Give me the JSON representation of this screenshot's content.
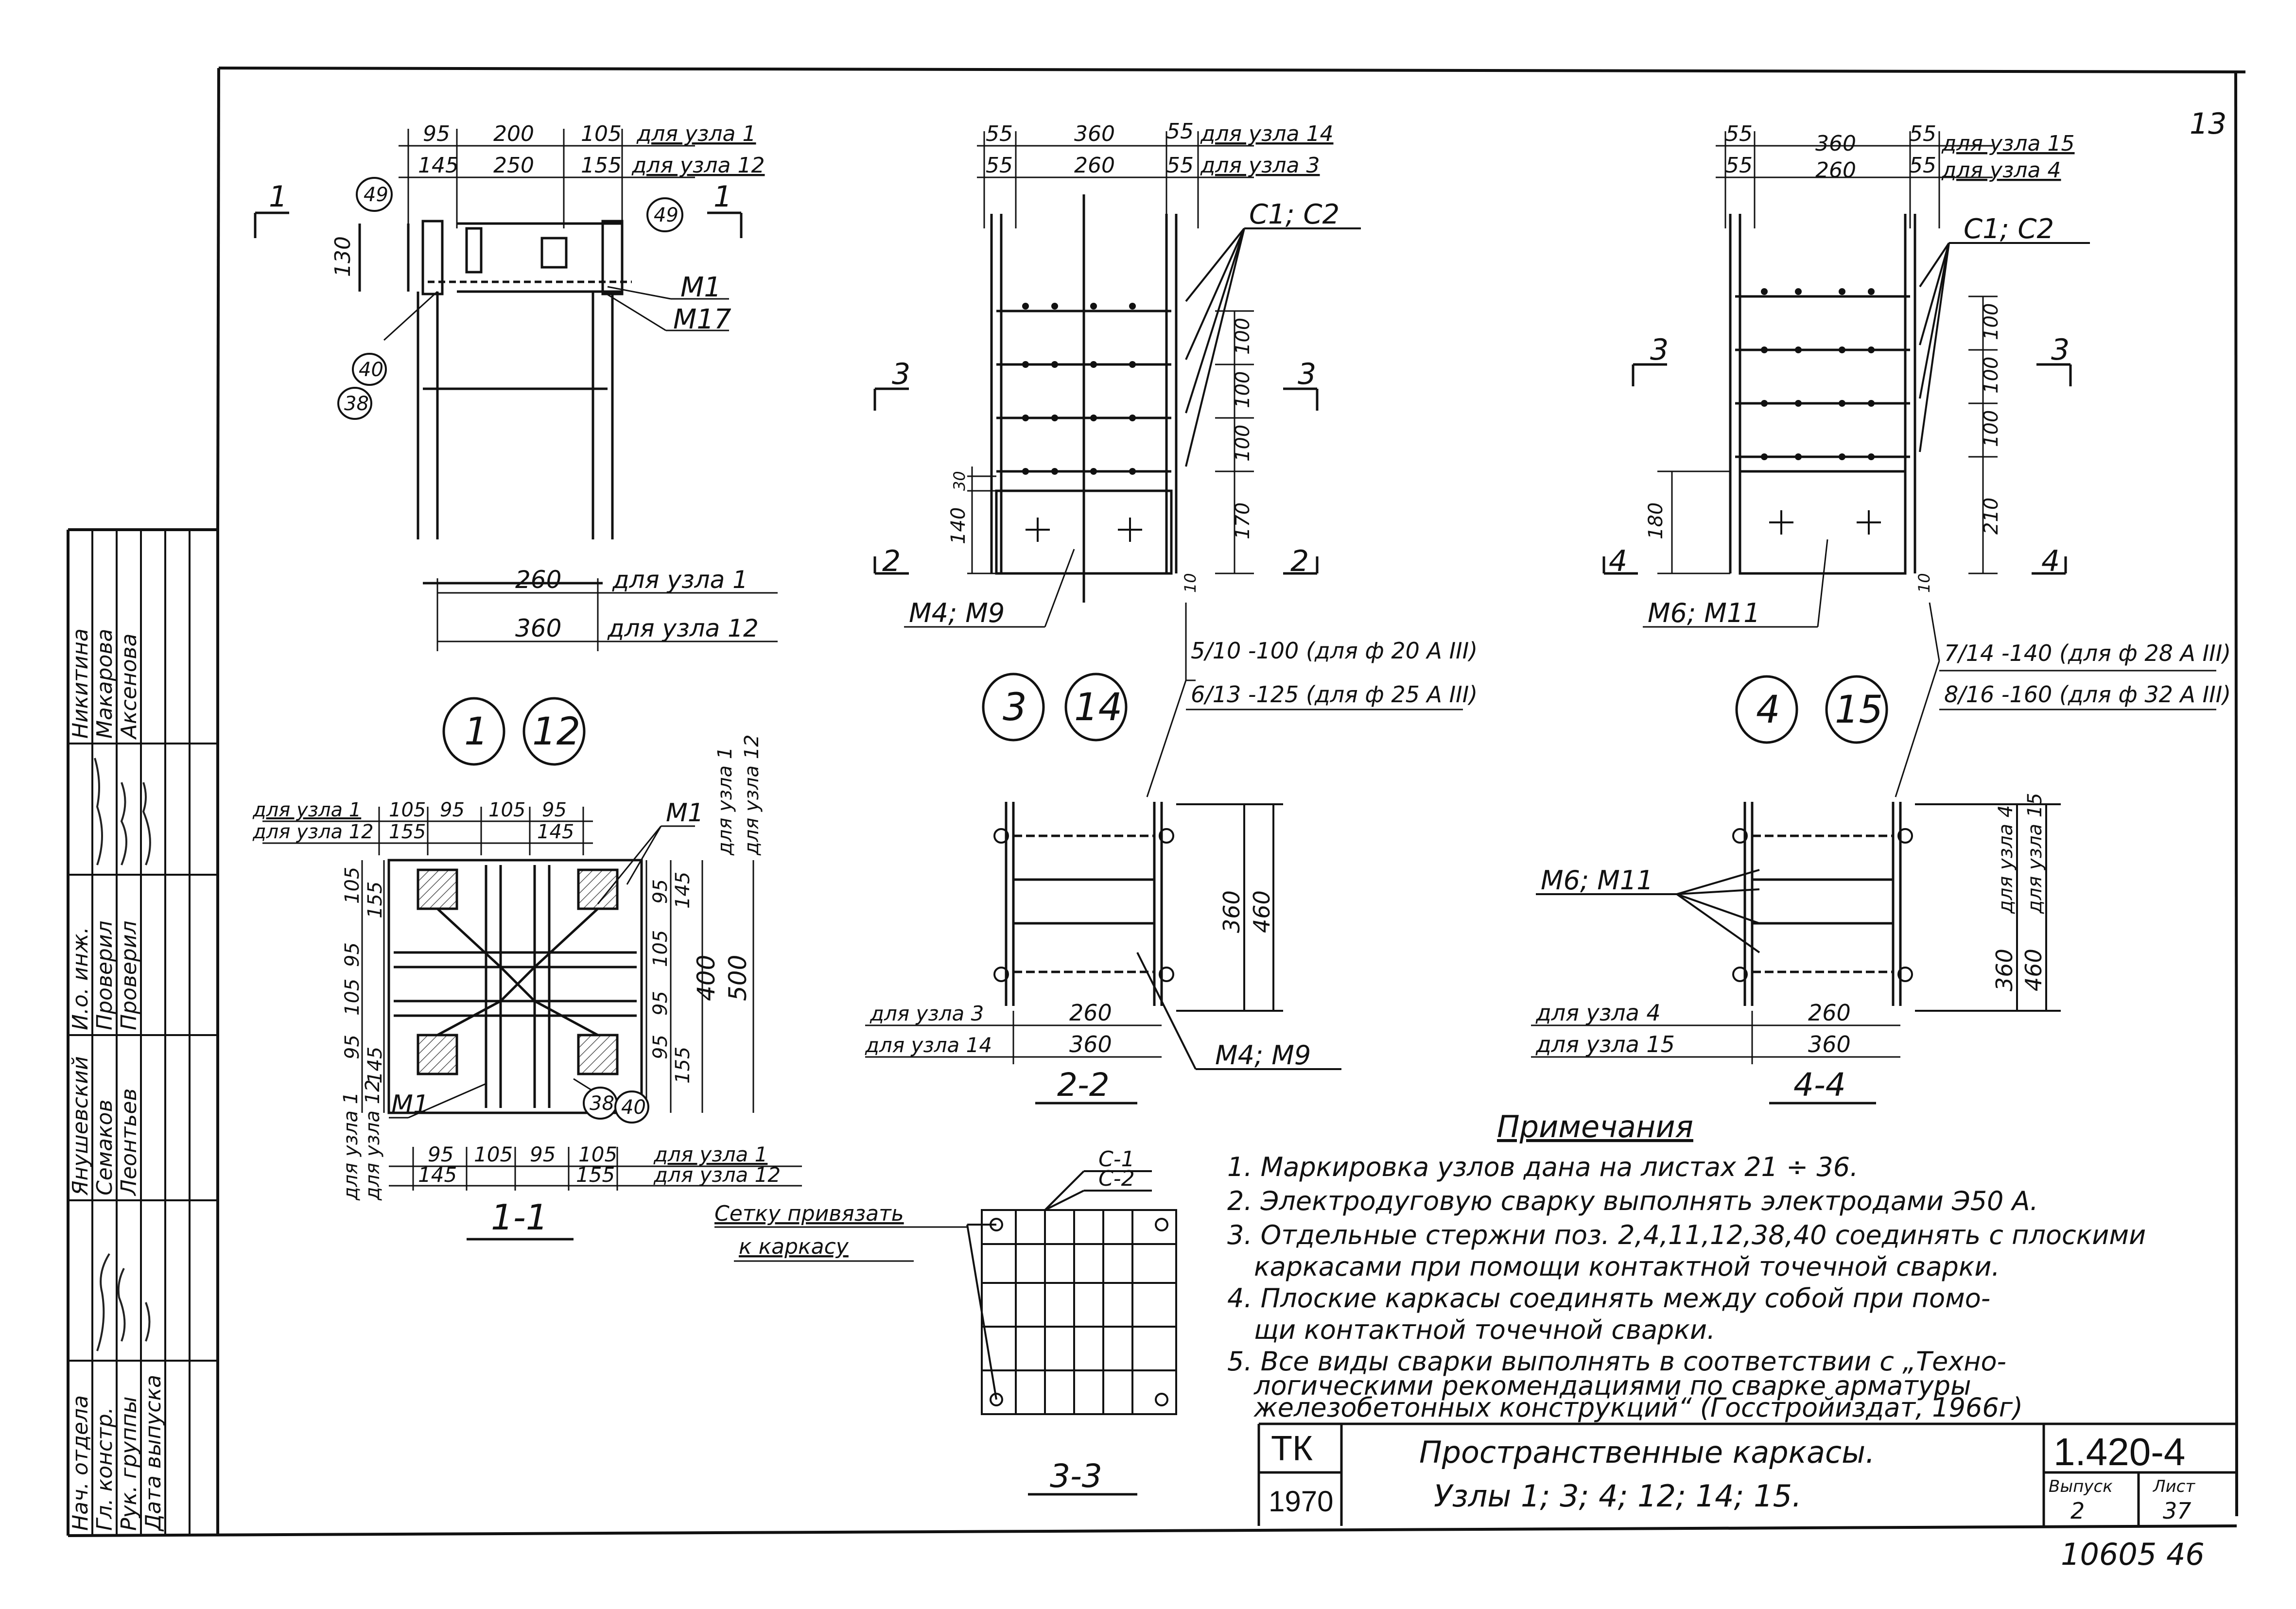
{
  "sheet_corner_mark": "13",
  "stamp": {
    "org": "ТК",
    "year": "1970",
    "title": "Пространственные каркасы.",
    "subtitle": "Узлы 1; 3; 4; 12; 14; 15.",
    "code": "1.420-4",
    "issue_label": "Выпуск",
    "issue": "2",
    "sheet_label": "Лист",
    "sheet": "37",
    "inventory": "10605 46"
  },
  "signature_block": {
    "roles": [
      "Нач. отдела",
      "Гл. констр.",
      "Рук. группы",
      "Дата выпуска",
      "И.о. инж.",
      "Проверил",
      "Проверил"
    ],
    "names": [
      "Янушевский",
      "Семаков",
      "Леонтьев",
      "Никитина",
      "Макарова",
      "Аксенова"
    ]
  },
  "notes": {
    "title": "Примечания",
    "items": [
      "1. Маркировка узлов дана на листах 21 ÷ 36.",
      "2. Электродуговую сварку выполнять электродами Э50 А.",
      "3. Отдельные стержни поз. 2,4,11,12,38,40 соединять с плоскими",
      "каркасами при помощи контактной точечной сварки.",
      "4. Плоские каркасы соединять между собой при помо-",
      "щи контактной точечной сварки.",
      "5. Все виды сварки выполнять в соответствии с „Техно-",
      "логическими рекомендациями по сварке арматуры",
      "железобетонных конструкций“ (Госстройиздат, 1966г)"
    ]
  },
  "node_1_12": {
    "badges": [
      "1",
      "12"
    ],
    "top_dims_row1": [
      "95",
      "200",
      "105"
    ],
    "top_dims_row2": [
      "145",
      "250",
      "155"
    ],
    "label_row1": "для узла 1",
    "label_row2": "для узла 12",
    "height_dim": "130",
    "callouts": [
      "49",
      "49",
      "40",
      "38"
    ],
    "parts": [
      "М1",
      "М17"
    ],
    "bottom_dim_1": "260",
    "bottom_dim_1_label": "для узла 1",
    "bottom_dim_2": "360",
    "bottom_dim_2_label": "для узла 12",
    "cut_mark": "1"
  },
  "section_1_1": {
    "caption": "1-1",
    "top_labels": [
      "для узла 1",
      "для узла 12"
    ],
    "top_row1": [
      "105",
      "95",
      "105",
      "95"
    ],
    "top_row2": [
      "155",
      "145"
    ],
    "left_dims": [
      "105",
      "155",
      "95",
      "105",
      "95",
      "145"
    ],
    "right_dims_inner": [
      "95",
      "145",
      "105",
      "95",
      "95",
      "155"
    ],
    "right_dims_outer": [
      "400",
      "500"
    ],
    "right_labels": [
      "для узла 1",
      "для узла 12"
    ],
    "left_labels": [
      "для узла 1",
      "для узла 12"
    ],
    "bottom_row1": [
      "95",
      "105",
      "95",
      "105"
    ],
    "bottom_row2": [
      "145",
      "155"
    ],
    "bottom_labels": [
      "для узла 1",
      "для узла 12"
    ],
    "parts": [
      "М1",
      "М1"
    ],
    "callouts": [
      "38",
      "40"
    ]
  },
  "node_3_14": {
    "badges": [
      "3",
      "14"
    ],
    "top_row1": [
      "55",
      "360",
      "55"
    ],
    "top_row2": [
      "55",
      "260",
      "55"
    ],
    "label_row1": "для узла 14",
    "label_row2": "для узла 3",
    "spacing": [
      "100",
      "100",
      "100",
      "170"
    ],
    "left_dims": [
      "30",
      "140"
    ],
    "bottom_dim": "10",
    "mesh_label": "С1; С2",
    "plate_label": "М4; М9",
    "cut_marks": [
      "3",
      "3",
      "2",
      "2"
    ],
    "bar_notes": [
      "5/10 -100 (для ф 20 А III)",
      "6/13 -125 (для ф 25 А III)"
    ]
  },
  "section_2_2": {
    "caption": "2-2",
    "dims_vertical": [
      "360",
      "460"
    ],
    "bottom_1": "260",
    "bottom_1_label": "для узла 3",
    "bottom_2": "360",
    "bottom_2_label": "для узла 14",
    "plate_label": "М4; М9"
  },
  "node_4_15": {
    "badges": [
      "4",
      "15"
    ],
    "top_row1": [
      "55",
      "360",
      "55"
    ],
    "top_row2": [
      "55",
      "260",
      "55"
    ],
    "label_row1": "для узла 15",
    "label_row2": "для узла 4",
    "spacing": [
      "100",
      "100",
      "100",
      "210"
    ],
    "left_dim": "180",
    "bottom_dim": "10",
    "mesh_label": "С1; С2",
    "plate_label": "М6; М11",
    "cut_marks": [
      "3",
      "3",
      "4",
      "4"
    ],
    "bar_notes": [
      "7/14 -140 (для ф 28 А III)",
      "8/16 -160 (для ф 32 А III)"
    ]
  },
  "section_4_4": {
    "caption": "4-4",
    "dims_vertical": [
      "360",
      "460"
    ],
    "dim_labels": [
      "для узла 4",
      "для узла 15"
    ],
    "bottom_1": "260",
    "bottom_1_label": "для узла 4",
    "bottom_2": "360",
    "bottom_2_label": "для узла 15",
    "plate_label": "М6; М11"
  },
  "section_3_3": {
    "caption": "3-3",
    "mesh_labels": [
      "С-1",
      "С-2"
    ],
    "tie_note_1": "Сетку привязать",
    "tie_note_2": "к каркасу"
  }
}
